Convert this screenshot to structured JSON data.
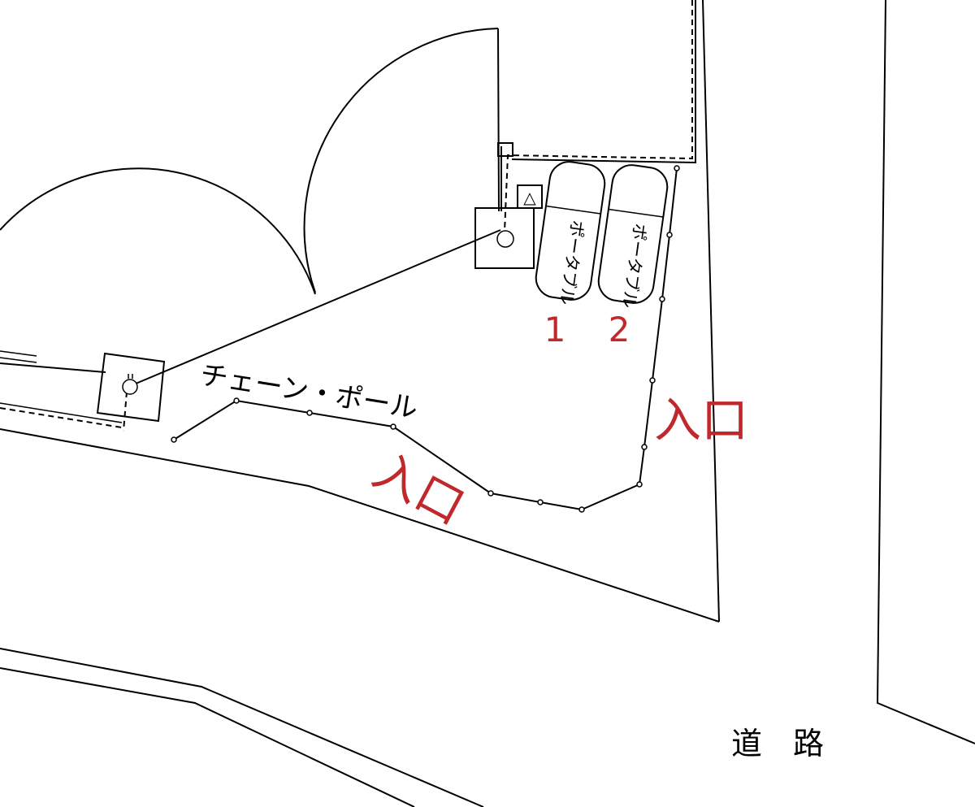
{
  "labels": {
    "chain_pole": "チェーン・ポール",
    "entrance": "入口",
    "road": "道　路",
    "toilet": "ポータブル",
    "unit_1": "1",
    "unit_2": "2",
    "triangle_mark": "△"
  },
  "colors": {
    "line": "#000000",
    "annotation": "#c0282b",
    "background": "#ffffff"
  },
  "icons": {
    "entrance_marker": "square-icon",
    "triangle_marker": "triangle-icon",
    "pole": "circle-icon"
  }
}
